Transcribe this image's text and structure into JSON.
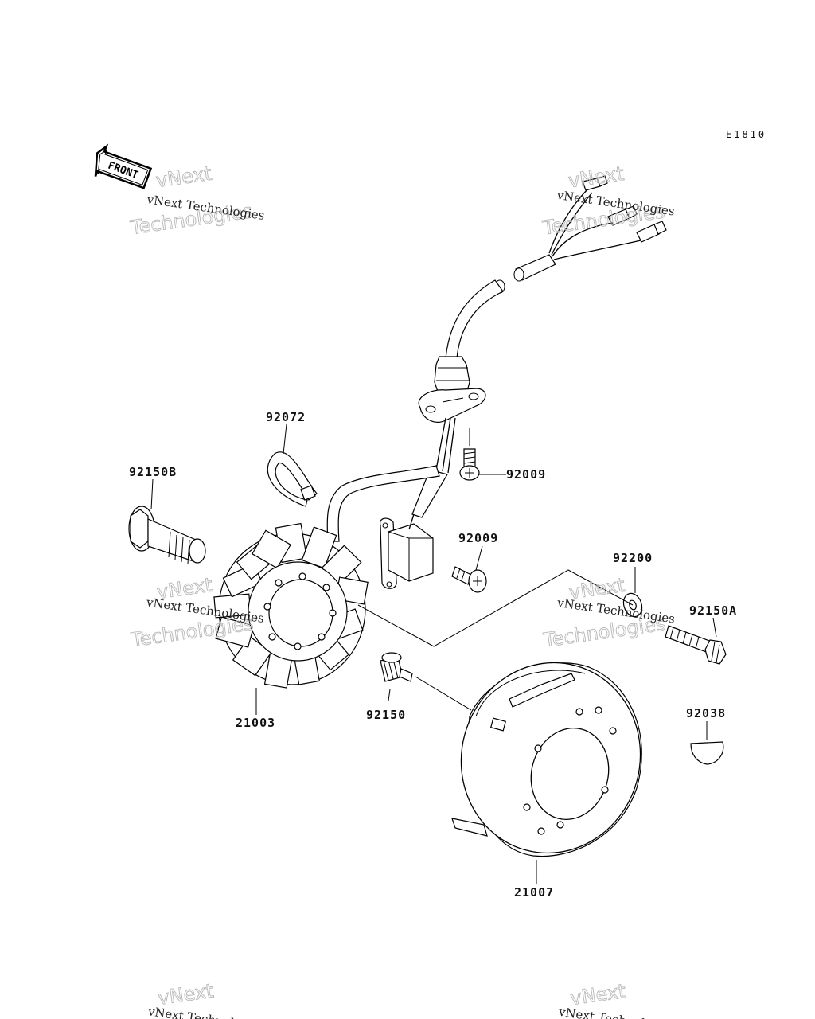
{
  "diagram": {
    "code": "E1810",
    "front_label": "FRONT",
    "parts": [
      {
        "number": "92072"
      },
      {
        "number": "92150B"
      },
      {
        "number": "92009"
      },
      {
        "number": "92009"
      },
      {
        "number": "92200"
      },
      {
        "number": "92150A"
      },
      {
        "number": "21003"
      },
      {
        "number": "92150"
      },
      {
        "number": "92038"
      },
      {
        "number": "21007"
      }
    ]
  },
  "watermark": {
    "line1": "vNext Technologies",
    "line2": "vNext",
    "line3": "Technologies"
  }
}
